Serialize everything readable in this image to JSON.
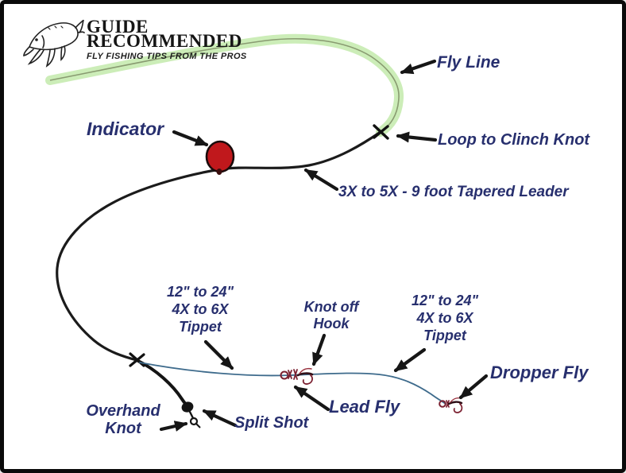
{
  "brand": {
    "title_line1": "GUIDE",
    "title_line2": "RECOMMENDED",
    "tagline": "FLY FISHING TIPS FROM THE PROS"
  },
  "labels": {
    "fly_line": "Fly Line",
    "loop_to_clinch_knot": "Loop to Clinch Knot",
    "indicator": "Indicator",
    "tapered_leader": "3X to 5X - 9 foot Tapered Leader",
    "tippet_left": {
      "line1": "12\" to 24\"",
      "line2": "4X  to 6X",
      "line3": "Tippet"
    },
    "knot_off_hook": {
      "line1": "Knot off",
      "line2": "Hook"
    },
    "tippet_right": {
      "line1": "12\" to 24\"",
      "line2": "4X  to 6X",
      "line3": "Tippet"
    },
    "dropper_fly": "Dropper Fly",
    "lead_fly": "Lead Fly",
    "overhand_knot": {
      "line1": "Overhand",
      "line2": "Knot"
    },
    "split_shot": "Split Shot"
  },
  "colors": {
    "label_text": "#272f6e",
    "fly_line_green": "#c9ecb4",
    "fly_line_core": "#78865f",
    "line_black": "#1b1b1b",
    "tippet_blue": "#3e6b8c",
    "indicator_red": "#c0181c",
    "fly_maroon": "#7b2030",
    "border_black": "#0a0a0a"
  }
}
